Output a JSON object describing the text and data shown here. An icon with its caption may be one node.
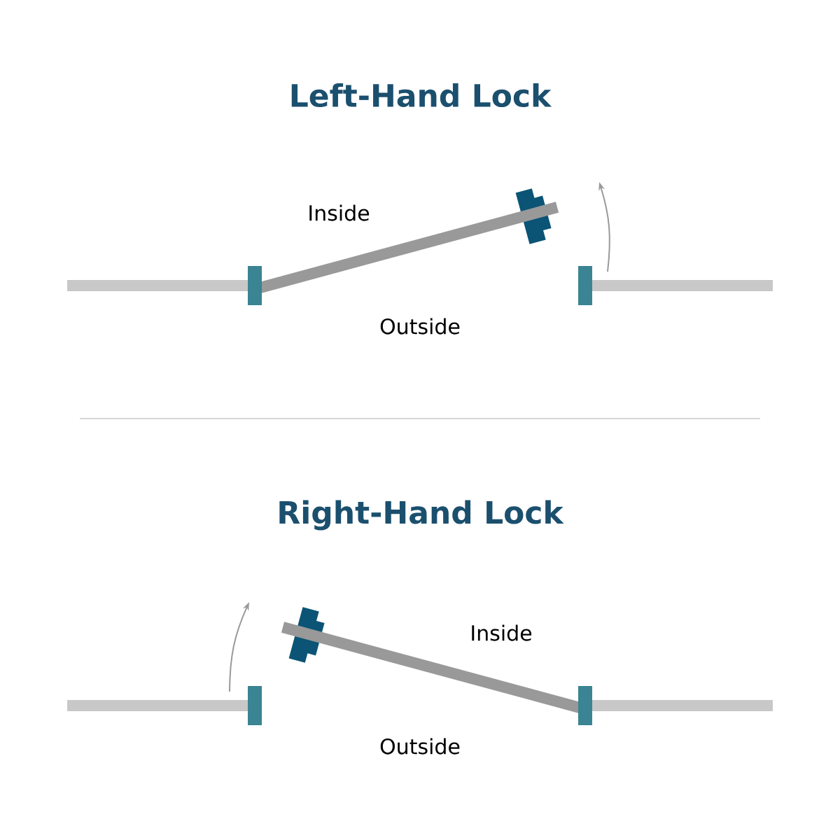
{
  "diagram": {
    "labels": [
      "Left-Hand Lock",
      "Inside",
      "Outside",
      "Right-Hand Lock",
      "Inside",
      "Outside"
    ]
  }
}
